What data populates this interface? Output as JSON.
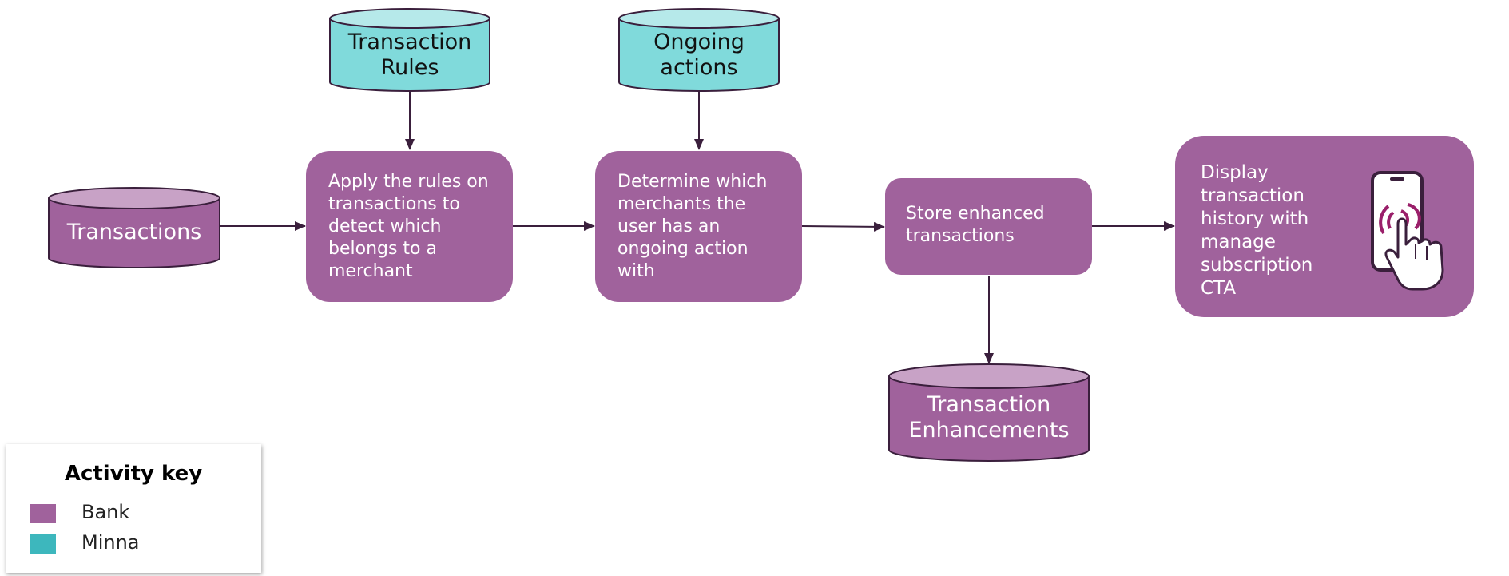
{
  "colors": {
    "bank": "#a0629c",
    "bank_top": "#c8a2c6",
    "minna": "#80dadb",
    "minna_top": "#b6e9ea",
    "stroke": "#3a1f3c"
  },
  "databases": {
    "transactions": "Transactions",
    "transaction_rules": [
      "Transaction",
      "Rules"
    ],
    "ongoing_actions": [
      "Ongoing",
      "actions"
    ],
    "transaction_enhancements": [
      "Transaction",
      "Enhancements"
    ]
  },
  "steps": {
    "apply_rules": "Apply the rules on transactions to detect which belongs to a merchant",
    "determine_merchants": "Determine which merchants the user has an ongoing action with",
    "store_enhanced": "Store enhanced transactions",
    "display_history": "Display transaction history with manage subscription CTA"
  },
  "display_icon": "phone-tap-icon",
  "legend": {
    "title": "Activity key",
    "items": [
      {
        "label": "Bank",
        "color": "#a0629c"
      },
      {
        "label": "Minna",
        "color": "#3db7bd"
      }
    ]
  }
}
